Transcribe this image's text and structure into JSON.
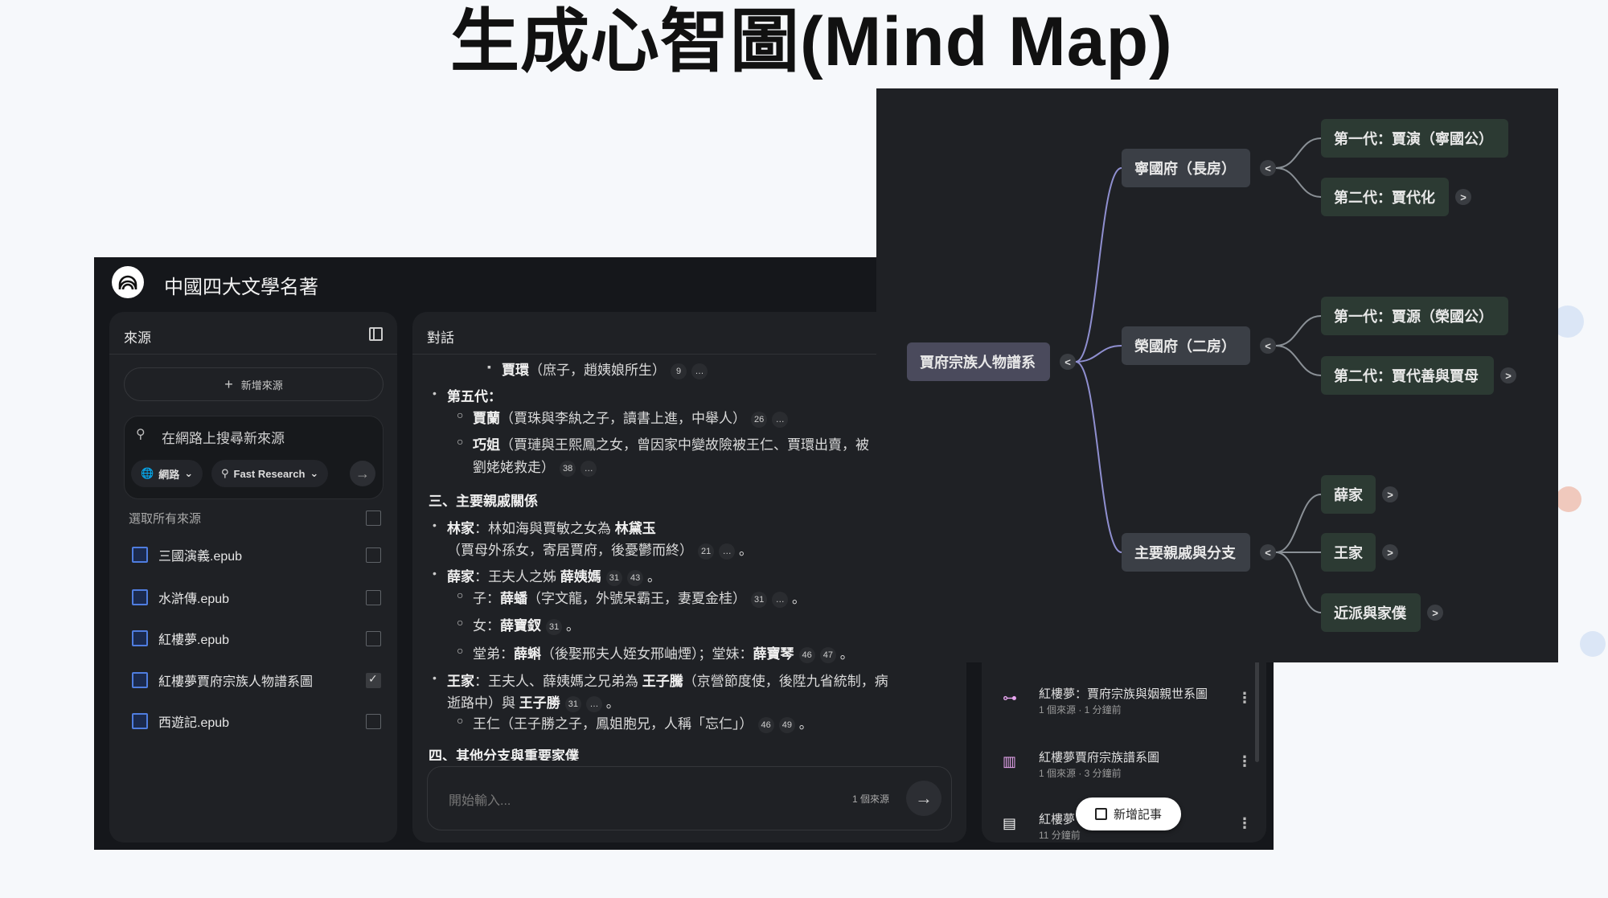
{
  "slide": {
    "title": "生成心智圖(Mind Map)"
  },
  "app": {
    "title": "中國四大文學名著",
    "logo_icon": "notebooklm-logo"
  },
  "sources": {
    "header": "來源",
    "add_source": "新增來源",
    "search_placeholder": "在網路上搜尋新來源",
    "web_chip": "網路",
    "research_chip": "Fast Research",
    "select_all": "選取所有來源",
    "items": [
      {
        "label": "三國演義.epub",
        "icon": "document-icon",
        "checked": false
      },
      {
        "label": "水滸傳.epub",
        "icon": "document-icon",
        "checked": false
      },
      {
        "label": "紅樓夢.epub",
        "icon": "document-icon",
        "checked": false
      },
      {
        "label": "紅樓夢賈府宗族人物譜系圖",
        "icon": "image-icon",
        "checked": true
      },
      {
        "label": "西遊記.epub",
        "icon": "document-icon",
        "checked": false
      }
    ]
  },
  "chat": {
    "header": "對話",
    "input_placeholder": "開始輸入...",
    "source_count": "1 個來源",
    "lines": [
      {
        "type": "l3",
        "parts": [
          {
            "t": "賈環",
            "b": true
          },
          {
            "t": "（庶子，趙姨娘所生）"
          },
          {
            "c": "9"
          },
          {
            "c": "…"
          }
        ]
      },
      {
        "type": "l1",
        "parts": [
          {
            "t": "第五代：",
            "b": true
          }
        ]
      },
      {
        "type": "l2",
        "parts": [
          {
            "t": "賈蘭",
            "b": true
          },
          {
            "t": "（賈珠與李紈之子，讀書上進，中舉人）"
          },
          {
            "c": "26"
          },
          {
            "c": "…"
          }
        ]
      },
      {
        "type": "l2",
        "parts": [
          {
            "t": "巧姐",
            "b": true
          },
          {
            "t": "（賈璉與王熙鳳之女，曾因家中變故險被王仁、賈環出賣，被"
          }
        ]
      },
      {
        "type": "l2c",
        "parts": [
          {
            "t": "劉姥姥救走）"
          },
          {
            "c": "38"
          },
          {
            "c": "…"
          }
        ]
      },
      {
        "type": "h",
        "parts": [
          {
            "t": "三、主要親戚關係",
            "b": true
          }
        ]
      },
      {
        "type": "l1",
        "parts": [
          {
            "t": "林家",
            "b": true
          },
          {
            "t": "：林如海與賈敏之女為 "
          },
          {
            "t": "林黛玉",
            "b": true
          }
        ]
      },
      {
        "type": "l1c",
        "parts": [
          {
            "t": "（賈母外孫女，寄居賈府，後憂鬱而終）"
          },
          {
            "c": "21"
          },
          {
            "c": "…"
          },
          {
            "t": " 。"
          }
        ]
      },
      {
        "type": "l1",
        "parts": [
          {
            "t": "薛家",
            "b": true
          },
          {
            "t": "：王夫人之姊 "
          },
          {
            "t": "薛姨媽",
            "b": true
          },
          {
            "c": "31"
          },
          {
            "c": "43"
          },
          {
            "t": " 。"
          }
        ]
      },
      {
        "type": "l2",
        "parts": [
          {
            "t": "子："
          },
          {
            "t": "薛蟠",
            "b": true
          },
          {
            "t": "（字文龍，外號呆霸王，妻夏金桂）"
          },
          {
            "c": "31"
          },
          {
            "c": "…"
          },
          {
            "t": " 。"
          }
        ]
      },
      {
        "type": "l2",
        "parts": [
          {
            "t": "女："
          },
          {
            "t": "薛寶釵",
            "b": true
          },
          {
            "c": "31"
          },
          {
            "t": " 。"
          }
        ]
      },
      {
        "type": "l2",
        "parts": [
          {
            "t": "堂弟："
          },
          {
            "t": "薛蝌",
            "b": true
          },
          {
            "t": "（後娶邢夫人姪女邢岫煙）；堂妹："
          },
          {
            "t": "薛寶琴",
            "b": true
          },
          {
            "c": "46"
          },
          {
            "c": "47"
          },
          {
            "t": " 。"
          }
        ]
      },
      {
        "type": "l1",
        "parts": [
          {
            "t": "王家",
            "b": true
          },
          {
            "t": "：王夫人、薛姨媽之兄弟為 "
          },
          {
            "t": "王子騰",
            "b": true
          },
          {
            "t": "（京營節度使，後陞九省統制，病"
          }
        ]
      },
      {
        "type": "l1c",
        "parts": [
          {
            "t": "逝路中）與 "
          },
          {
            "t": "王子勝",
            "b": true
          },
          {
            "c": "31"
          },
          {
            "c": "…"
          },
          {
            "t": " 。"
          }
        ]
      },
      {
        "type": "l2",
        "parts": [
          {
            "t": "王仁（王子勝之子，鳳姐胞兄，人稱「忘仁」）"
          },
          {
            "c": "46"
          },
          {
            "c": "49"
          },
          {
            "t": " 。"
          }
        ]
      },
      {
        "type": "h",
        "parts": [
          {
            "t": "四、其他分支與重要家僕",
            "b": true
          }
        ]
      }
    ]
  },
  "studio": {
    "items": [
      {
        "title": "紅樓夢：賈府宗族與姻親世系圖",
        "meta": "1 個來源 · 1 分鐘前",
        "icon": "mind-map-icon",
        "color": "#e8a6f0"
      },
      {
        "title": "紅樓夢賈府宗族譜系圖",
        "meta": "1 個來源 · 3 分鐘前",
        "icon": "data-table-icon",
        "color": "#e8a6f0"
      },
      {
        "title": "紅樓夢",
        "meta": "11 分鐘前",
        "icon": "note-icon",
        "color": "#ffffff"
      }
    ],
    "add_note": "新增記事"
  },
  "mindmap": {
    "root": "賈府宗族人物譜系",
    "branches": [
      {
        "label": "寧國府（長房）",
        "children": [
          {
            "label": "第一代：賈演（寧國公）",
            "expandable": false
          },
          {
            "label": "第二代：賈代化",
            "expandable": true
          }
        ]
      },
      {
        "label": "榮國府（二房）",
        "children": [
          {
            "label": "第一代：賈源（榮國公）",
            "expandable": false
          },
          {
            "label": "第二代：賈代善與賈母",
            "expandable": true
          }
        ]
      },
      {
        "label": "主要親戚與分支",
        "children": [
          {
            "label": "薛家",
            "expandable": true
          },
          {
            "label": "王家",
            "expandable": true
          },
          {
            "label": "近派與家僕",
            "expandable": true
          }
        ]
      }
    ],
    "colors": {
      "root": "#4a4a5c",
      "branch": "#3b3f46",
      "leaf": "#2c3a33",
      "root_link": "#8f8fd0",
      "leaf_link": "#8a9096"
    }
  }
}
